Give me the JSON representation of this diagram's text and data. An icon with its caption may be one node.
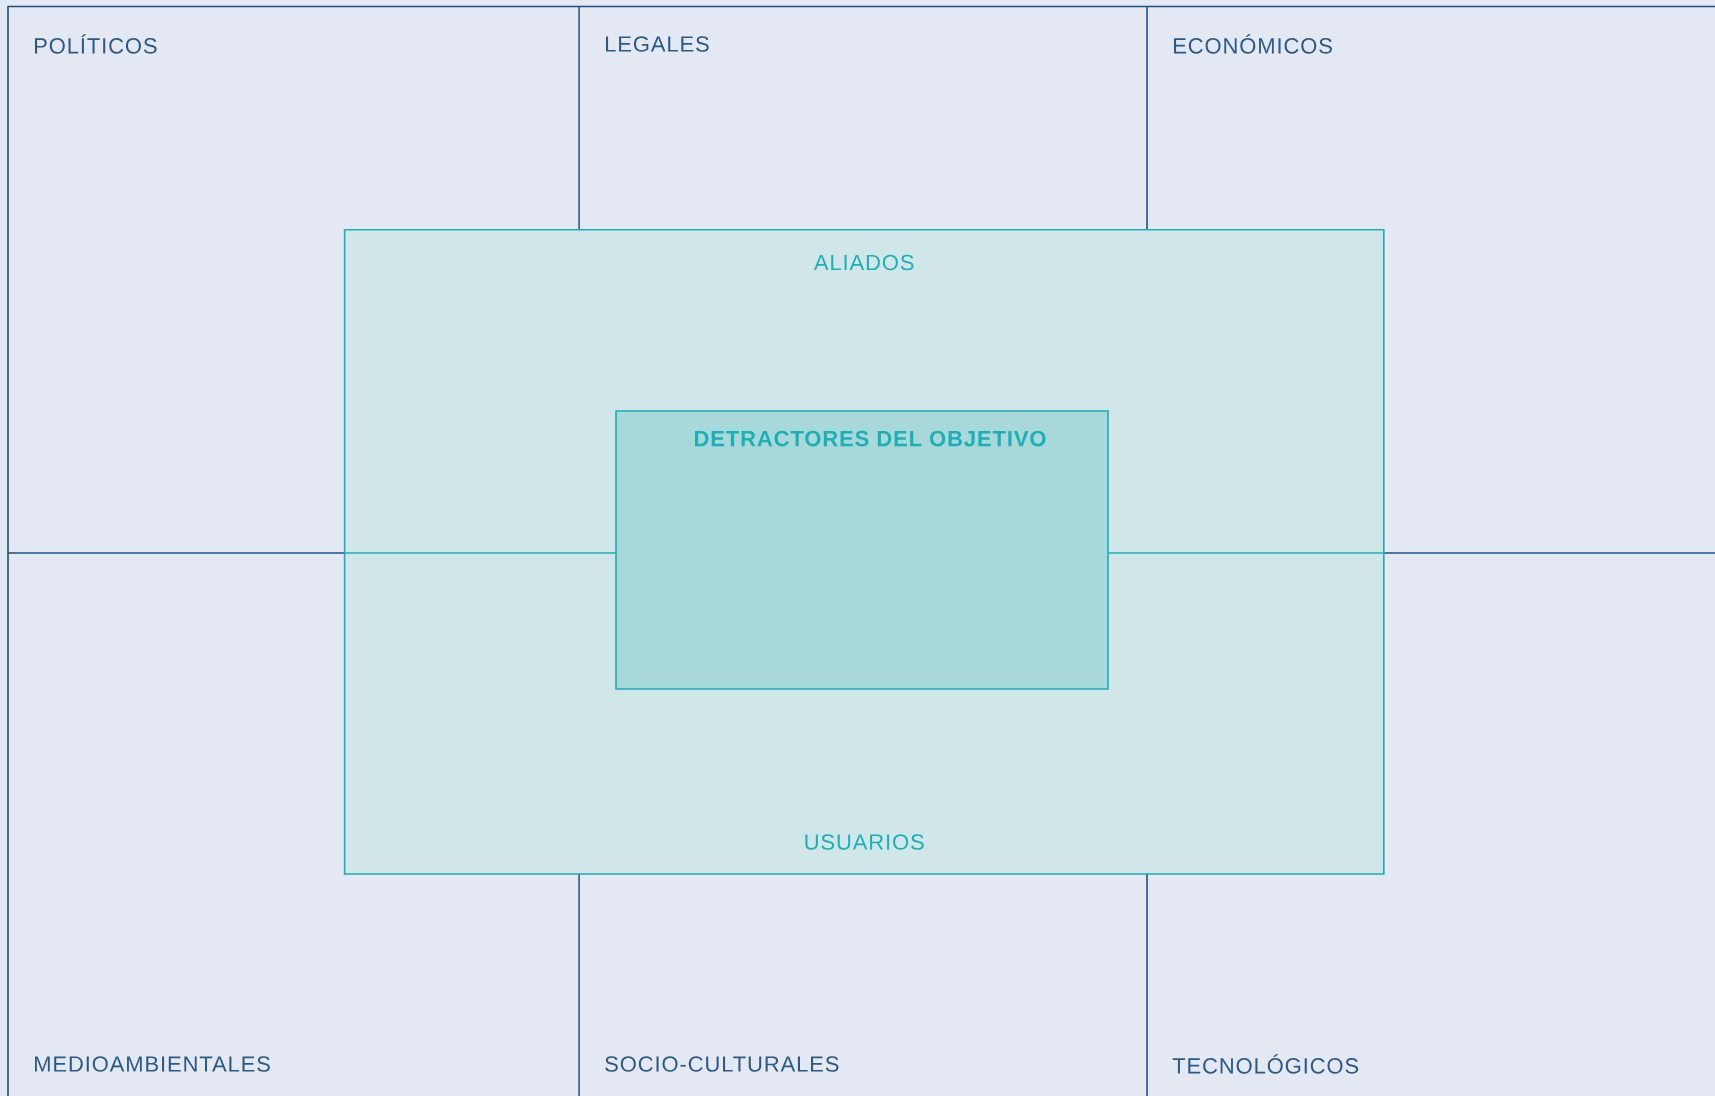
{
  "diagram": {
    "nodes": [
      {
        "text": [
          "POLÍTICOS"
        ]
      },
      {
        "text": [
          "LEGALES"
        ]
      },
      {
        "text": [
          "ECONÓMICOS"
        ]
      },
      {
        "text": [
          "MEDIOAMBIENTALES"
        ]
      },
      {
        "text": [
          "SOCIO-CULTURALES"
        ]
      },
      {
        "text": [
          "TECNOLÓGICOS"
        ]
      },
      {
        "text": [
          "ALIADOS",
          "USUARIOS"
        ]
      },
      {
        "text": [
          "DETRACTORES DEL OBJETIVO"
        ],
        "in": 6
      }
    ]
  }
}
